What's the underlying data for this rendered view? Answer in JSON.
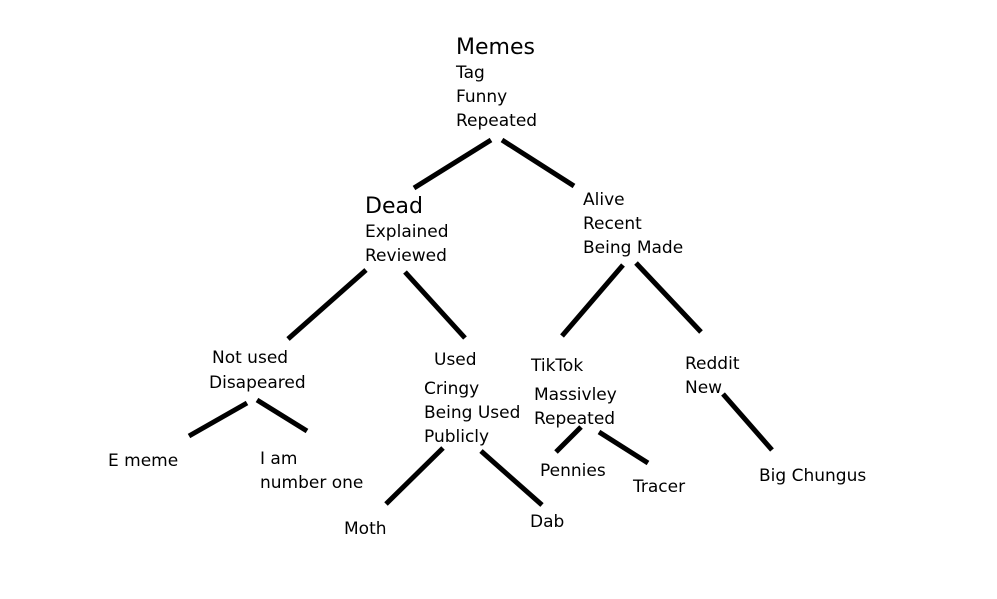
{
  "diagram": {
    "root": {
      "title": "Memes",
      "lines": [
        "Tag",
        "Funny",
        "Repeated"
      ]
    },
    "dead": {
      "title": "Dead",
      "lines": [
        "Explained",
        "Reviewed"
      ]
    },
    "alive": {
      "lines": [
        "Alive",
        "Recent",
        "Being Made"
      ]
    },
    "not_used": {
      "lines": [
        "Not used",
        "Disapeared"
      ]
    },
    "used": {
      "title": "Used",
      "lines": [
        "Cringy",
        "Being Used",
        "Publicly"
      ]
    },
    "tiktok": {
      "title": "TikTok",
      "lines": [
        "Massivley",
        "Repeated"
      ]
    },
    "reddit": {
      "lines": [
        "Reddit",
        "New"
      ]
    },
    "leaves": {
      "e_meme": "E meme",
      "i_am_number_one": [
        "I am",
        "number one"
      ],
      "moth": "Moth",
      "dab": "Dab",
      "pennies": "Pennies",
      "tracer": "Tracer",
      "big_chungus": "Big Chungus"
    }
  }
}
